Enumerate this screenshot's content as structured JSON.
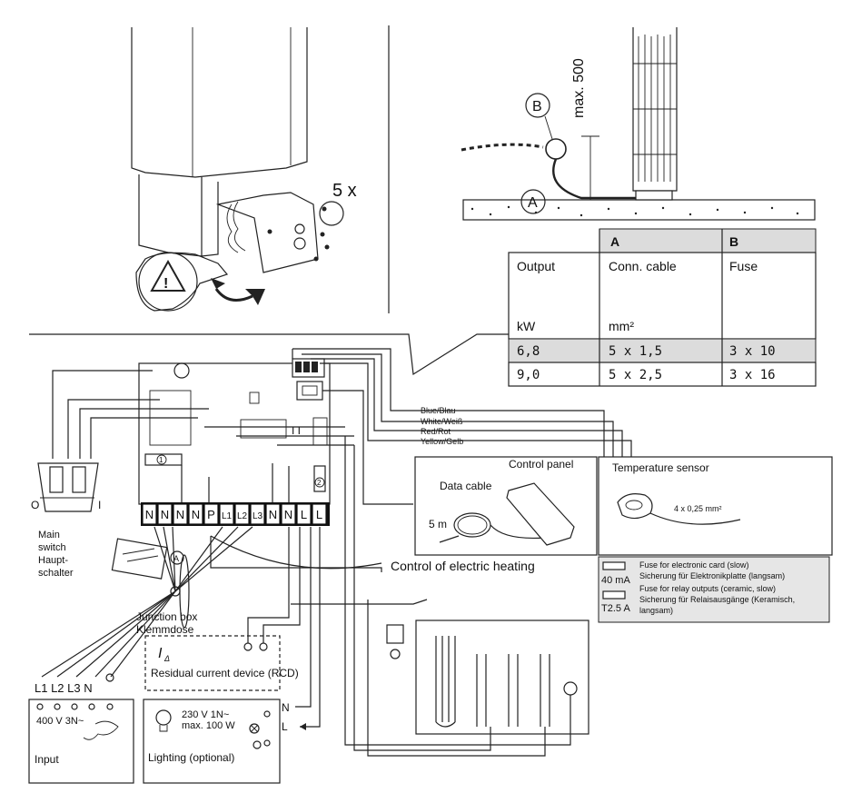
{
  "top_left": {
    "screw_count": "5 x"
  },
  "top_right": {
    "dimension": "max. 500",
    "marker_a": "A",
    "marker_b": "B"
  },
  "table": {
    "col_a": "A",
    "col_b": "B",
    "row_header": {
      "c0": "Output",
      "c1": "Conn. cable",
      "c2": "Fuse"
    },
    "row_units": {
      "c0": "kW",
      "c1": "mm²",
      "c2": ""
    },
    "rows": [
      {
        "c0": "6,8",
        "c1": "5 x 1,5",
        "c2": "3 x 10"
      },
      {
        "c0": "9,0",
        "c1": "5 x 2,5",
        "c2": "3 x 16"
      }
    ]
  },
  "wiring": {
    "wire_labels": [
      "Blue/Blau",
      "White/Weiß",
      "Red/Rot",
      "Yellow/Gelb"
    ],
    "terminals": [
      "N",
      "N",
      "N",
      "N",
      "P",
      "L1",
      "L2",
      "L3",
      "N",
      "N",
      "L",
      "L"
    ],
    "fuse_1_marker": "1",
    "fuse_2_marker": "2",
    "relay_marks": "I I",
    "switch_off": "O",
    "switch_on": "I",
    "main_switch": "Main switch Haupt-schalter",
    "main_switch_lines": [
      "Main",
      "switch",
      "Haupt-",
      "schalter"
    ],
    "cable_marker": "A",
    "junction_box": "Junction box",
    "junction_box_de": "Klemmdose",
    "rcd_symbol": "I",
    "rcd_sub": "Δ",
    "rcd_label": "Residual current device (RCD)",
    "input_terminals_label": "L1 L2 L3  N",
    "input_voltage": "400 V 3N~",
    "input_label": "Input",
    "lighting_voltage": "230 V 1N~",
    "lighting_power": "max. 100 W",
    "lighting_label": "Lighting (optional)",
    "lighting_n": "N",
    "lighting_l": "L",
    "control_of_heating": "Control of electric heating"
  },
  "control_panel": {
    "title": "Control panel",
    "data_cable": "Data cable",
    "length": "5 m"
  },
  "sensor": {
    "title": "Temperature sensor",
    "cable": "4 x 0,25 mm²"
  },
  "fuse_legend": {
    "fuse1_value": "40 mA",
    "fuse1_en": "Fuse for electronic card (slow)",
    "fuse1_de": "Sicherung für Elektronikplatte (langsam)",
    "fuse2_value": "T2.5 A",
    "fuse2_en": "Fuse for relay outputs (ceramic, slow)",
    "fuse2_de": "Sicherung für Relaisausgänge (Keramisch,",
    "fuse2_de2": "langsam)"
  }
}
